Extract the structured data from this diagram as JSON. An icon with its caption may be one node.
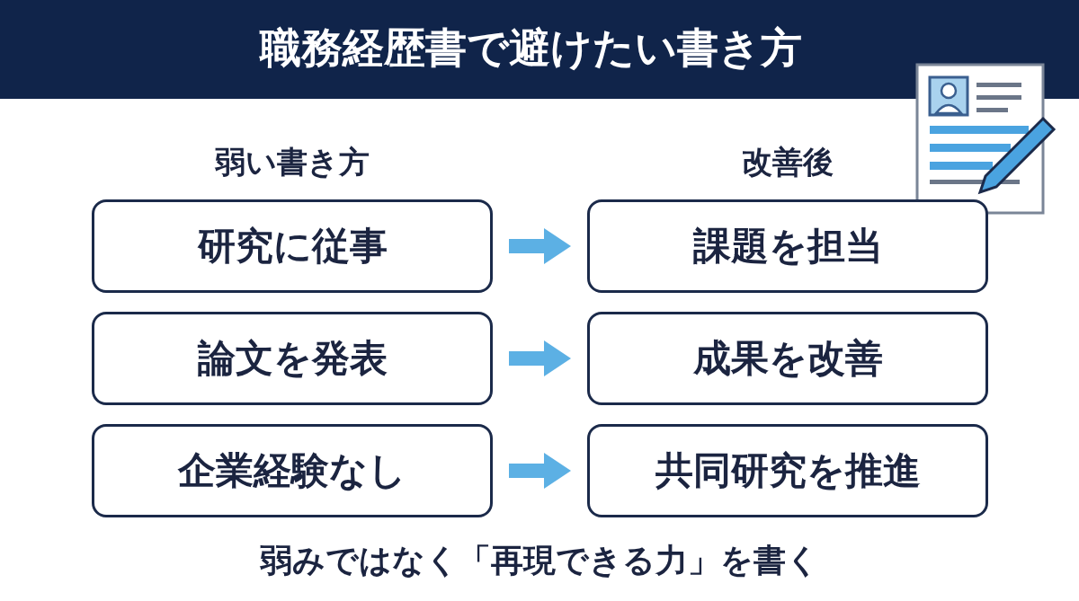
{
  "diagram": {
    "title": "職務経歴書で避けたい書き方",
    "nodes": [
      {
        "text": [
          "研究に従事"
        ]
      },
      {
        "text": [
          "論文を発表"
        ]
      },
      {
        "text": [
          "企業経験なし"
        ]
      },
      {
        "text": [
          "課題を担当"
        ]
      },
      {
        "text": [
          "成果を改善"
        ]
      },
      {
        "text": [
          "共同研究を推進"
        ]
      }
    ],
    "edges": [
      {
        "from": 0,
        "to": 3,
        "arrow": "to"
      },
      {
        "from": 1,
        "to": 4,
        "arrow": "to"
      },
      {
        "from": 2,
        "to": 5,
        "arrow": "to"
      }
    ],
    "labels": [
      "弱い書き方",
      "改善後"
    ],
    "caption": "弱みではなく「再現できる力」を書く"
  }
}
